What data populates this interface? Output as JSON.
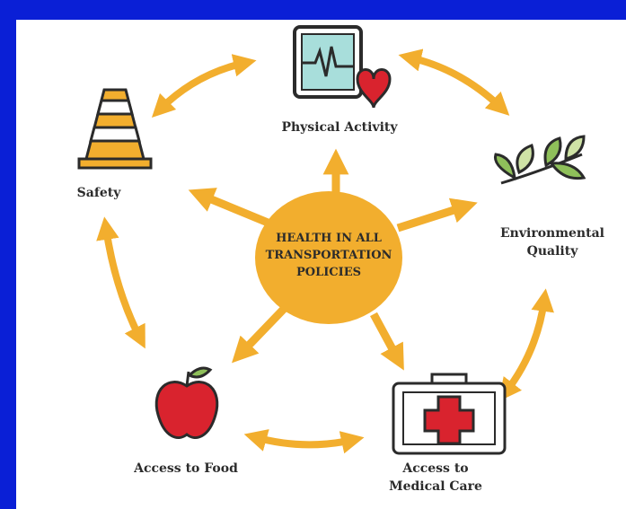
{
  "center": {
    "lines": [
      "HEALTH IN ALL",
      "TRANSPORTATION",
      "POLICIES"
    ]
  },
  "nodes": {
    "physical_activity": {
      "label": "Physical Activity",
      "icon": "heart-monitor-icon"
    },
    "environmental_quality": {
      "lines": [
        "Environmental",
        "Quality"
      ],
      "icon": "leaf-branch-icon"
    },
    "medical_care": {
      "lines": [
        "Access to",
        "Medical Care"
      ],
      "icon": "first-aid-kit-icon"
    },
    "food": {
      "label": "Access to Food",
      "icon": "apple-icon"
    },
    "safety": {
      "label": "Safety",
      "icon": "traffic-cone-icon"
    }
  },
  "colors": {
    "background": "#0a1fd6",
    "panel": "#ffffff",
    "arrow": "#f2ae2e",
    "center": "#f2ae2e",
    "text": "#2b2b2b"
  }
}
